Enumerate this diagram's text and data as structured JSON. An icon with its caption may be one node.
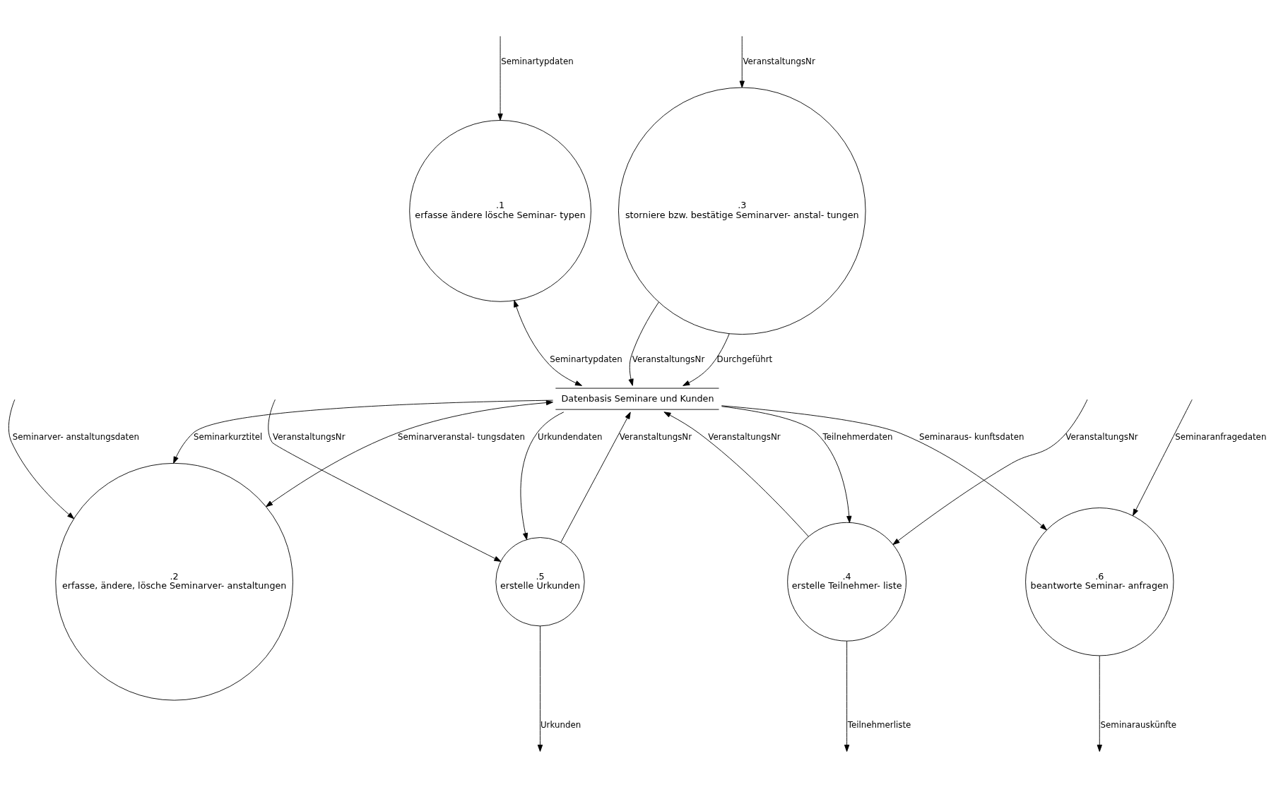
{
  "diagram": {
    "nodes": [
      {
        "text": [
          ".1",
          "erfasse ändere lösche Seminar- typen"
        ]
      },
      {
        "text": [
          ".2",
          "erfasse, ändere, lösche Seminarver- anstaltungen"
        ]
      },
      {
        "text": [
          ".3",
          "storniere bzw. bestätige Seminarver- anstal- tungen"
        ]
      },
      {
        "text": [
          "Datenbasis Seminare und Kunden"
        ]
      },
      {
        "text": [
          ".4",
          "erstelle Teilnehmer- liste"
        ]
      },
      {
        "text": [
          ".5",
          "erstelle Urkunden"
        ]
      },
      {
        "text": [
          ".6",
          "beantworte Seminar- anfragen"
        ]
      }
    ],
    "edges": [
      {
        "from": null,
        "to": 0,
        "arrow": "to",
        "label": "Seminartypdaten"
      },
      {
        "from": null,
        "to": 1,
        "arrow": "to",
        "label": "Seminarver- anstaltungsdaten"
      },
      {
        "from": null,
        "to": 2,
        "arrow": "to",
        "label": "VeranstaltungsNr"
      },
      {
        "from": null,
        "to": 4,
        "arrow": "to",
        "label": "VeranstaltungsNr"
      },
      {
        "from": 0,
        "to": 3,
        "arrow": "both",
        "label": "Seminartypdaten"
      },
      {
        "from": 2,
        "to": 3,
        "arrow": "to",
        "label": "Durchgeführt"
      },
      {
        "from": 2,
        "to": 3,
        "arrow": "to",
        "label": "VeranstaltungsNr"
      },
      {
        "from": 3,
        "to": 1,
        "arrow": "both",
        "label": "Seminarveranstal- tungsdaten"
      },
      {
        "from": 3,
        "to": 1,
        "arrow": "to",
        "label": "Seminarkurztitel"
      },
      {
        "from": 3,
        "to": 6,
        "arrow": "to",
        "label": "Seminaraus- kunftsdaten"
      },
      {
        "from": 3,
        "to": 5,
        "arrow": "to",
        "label": "Urkundendaten"
      },
      {
        "from": 5,
        "to": 3,
        "arrow": "to",
        "label": "VeranstaltungsNr"
      },
      {
        "from": 3,
        "to": 4,
        "arrow": "to",
        "label": "Teilnehmerdaten"
      },
      {
        "from": 4,
        "to": 3,
        "arrow": "to",
        "label": "VeranstaltungsNr"
      },
      {
        "from": 4,
        "to": null,
        "arrow": "to",
        "label": "Teilnehmerliste"
      },
      {
        "from": null,
        "to": 6,
        "arrow": "to",
        "label": "Seminaranfragedaten"
      },
      {
        "from": 6,
        "to": null,
        "arrow": "to",
        "label": "Seminarauskünfte"
      },
      {
        "from": null,
        "to": 5,
        "arrow": "to",
        "label": "VeranstaltungsNr"
      },
      {
        "from": 5,
        "to": null,
        "arrow": "to",
        "label": "Urkunden"
      }
    ]
  }
}
